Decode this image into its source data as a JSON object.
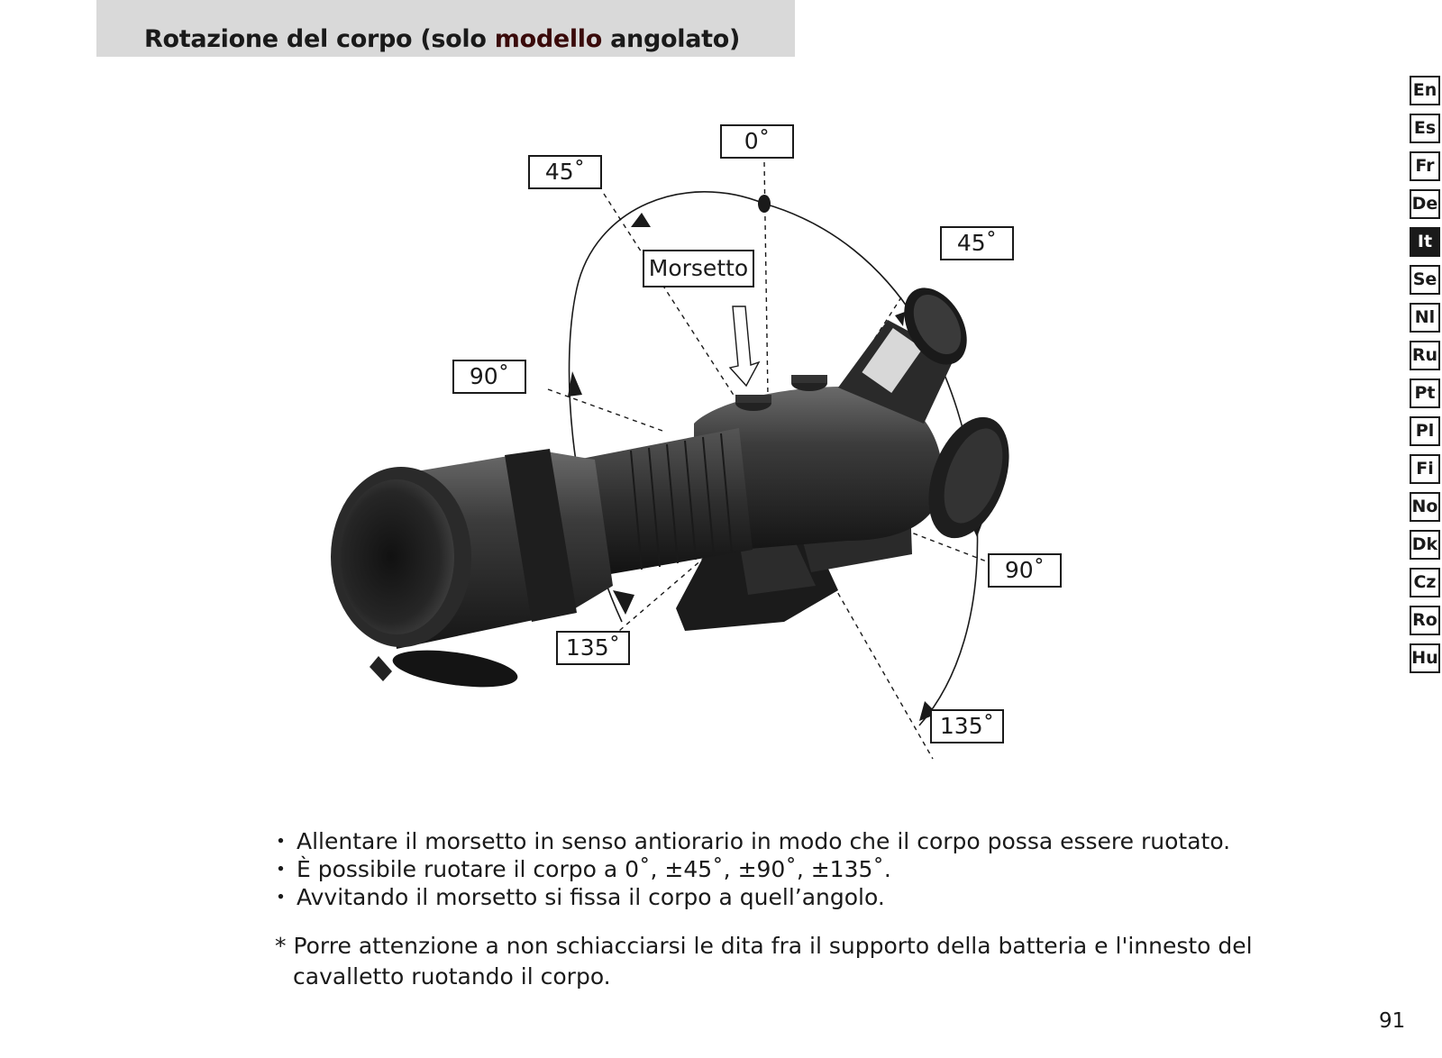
{
  "header": {
    "title_before": "Rotazione del corpo (solo ",
    "title_accent": "modello",
    "title_after": " angolato)"
  },
  "language_tabs": [
    {
      "code": "En",
      "active": false
    },
    {
      "code": "Es",
      "active": false
    },
    {
      "code": "Fr",
      "active": false
    },
    {
      "code": "De",
      "active": false
    },
    {
      "code": "It",
      "active": true
    },
    {
      "code": "Se",
      "active": false
    },
    {
      "code": "Nl",
      "active": false
    },
    {
      "code": "Ru",
      "active": false
    },
    {
      "code": "Pt",
      "active": false
    },
    {
      "code": "Pl",
      "active": false
    },
    {
      "code": "Fi",
      "active": false
    },
    {
      "code": "No",
      "active": false
    },
    {
      "code": "Dk",
      "active": false
    },
    {
      "code": "Cz",
      "active": false
    },
    {
      "code": "Ro",
      "active": false
    },
    {
      "code": "Hu",
      "active": false
    }
  ],
  "diagram": {
    "angle_0": "0˚",
    "angle_45_left": "45˚",
    "angle_45_right": "45˚",
    "angle_90_left": "90˚",
    "angle_90_right": "90˚",
    "angle_135_left": "135˚",
    "angle_135_right": "135˚",
    "clamp_label": "Morsetto"
  },
  "instructions": [
    "Allentare il morsetto in senso antiorario in modo che il corpo possa essere ruotato.",
    "È possibile ruotare il corpo a 0˚, ±45˚, ±90˚, ±135˚.",
    "Avvitando il morsetto si fissa il corpo a quell’angolo."
  ],
  "note": "* Porre attenzione a non schiacciarsi le dita fra il supporto della batteria e l'innesto del cavalletto ruotando il corpo.",
  "page_number": "91",
  "colors": {
    "header_band": "#d9d9d9",
    "title_accent": "#3a0a0a",
    "active_tab": "#1a1a1a"
  }
}
